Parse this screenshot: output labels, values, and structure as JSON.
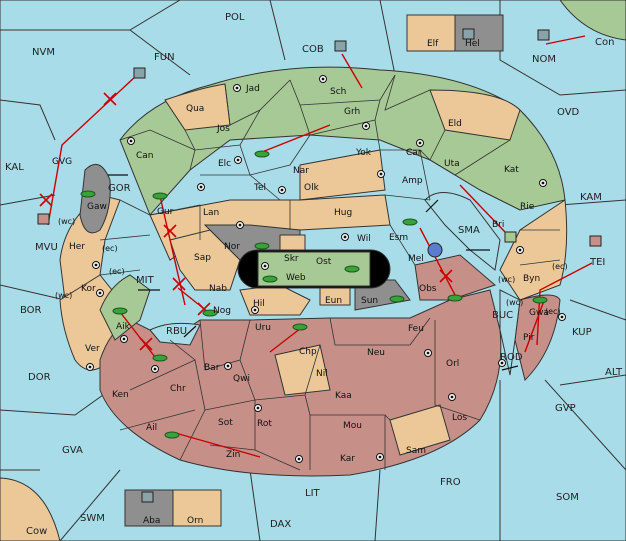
{
  "colors": {
    "sea": "#a8dce8",
    "neutral": "#ecc899",
    "green_power": "#a6c995",
    "red_power": "#c69088",
    "grey_power": "#8f8f8f",
    "black_hole": "#000000",
    "outline": "#333333",
    "order_arrow": "#cc0000",
    "army_unit": "#39a23a",
    "fleet_unit": "#8aa3a8"
  },
  "sea_labels": {
    "pol": "POL",
    "nvm": "NVM",
    "fun": "FUN",
    "cob": "COB",
    "nom": "NOM",
    "con": "Con",
    "ovd": "OVD",
    "kal": "KAL",
    "kam": "KAM",
    "bor": "BOR",
    "dor": "DOR",
    "alt": "ALT",
    "gvp": "GVP",
    "gva": "GVA",
    "swm": "SWM",
    "lit": "LIT",
    "dax": "DAX",
    "fro": "FRO",
    "som": "SOM",
    "cow": "Cow",
    "gor": "GOR",
    "mit": "MIT",
    "rbu": "RBU",
    "sma": "SMA",
    "buc": "BUC",
    "rod": "ROD",
    "kup": "KUP",
    "mvu": "MVU",
    "tei": "TEI"
  },
  "land_labels": {
    "elf": "Elf",
    "hel": "Hel",
    "jad": "Jad",
    "sch": "Sch",
    "qua": "Qua",
    "jos": "Jos",
    "grh": "Grh",
    "can": "Can",
    "elc": "Elc",
    "nar": "Nar",
    "yok": "Yok",
    "car": "Car",
    "eld": "Eld",
    "uta": "Uta",
    "kat": "Kat",
    "gvg": "GVG",
    "gaw": "Gaw",
    "gur": "Gur",
    "tel": "Tel",
    "olk": "Olk",
    "amp": "Amp",
    "rie": "Rie",
    "lan": "Lan",
    "hug": "Hug",
    "bri": "Bri",
    "her": "Her",
    "nor": "Nor",
    "skr": "Skr",
    "wil": "Wil",
    "esm": "Esm",
    "sap": "Sap",
    "ost": "Ost",
    "mel": "Mel",
    "byn": "Byn",
    "kor": "Kor",
    "web": "Web",
    "nab": "Nab",
    "eun": "Eun",
    "hil": "Hil",
    "sun": "Sun",
    "obs": "Obs",
    "ver": "Ver",
    "aik": "Aik",
    "nog": "Nog",
    "uru": "Uru",
    "feu": "Feu",
    "gwa": "Gwa",
    "pir": "Pir",
    "chp": "Chp",
    "neu": "Neu",
    "orl": "Orl",
    "bar": "Bar",
    "ken": "Ken",
    "chr": "Chr",
    "qwi": "Qwi",
    "nil": "Nil",
    "kaa": "Kaa",
    "los": "Los",
    "ail": "Ail",
    "sot": "Sot",
    "rot": "Rot",
    "mou": "Mou",
    "zin": "Zin",
    "kar": "Kar",
    "sam": "Sam",
    "aba": "Aba",
    "orn": "Orn"
  },
  "coast_tags": {
    "wc": "(wc)",
    "ec": "(ec)"
  }
}
